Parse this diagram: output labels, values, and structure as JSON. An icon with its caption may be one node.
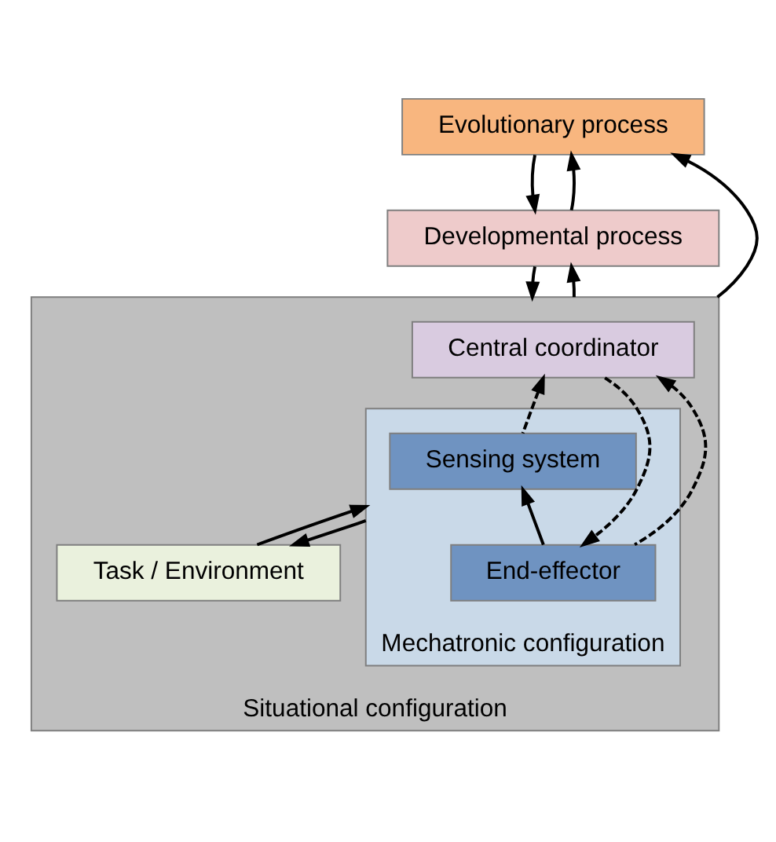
{
  "diagram": {
    "nodes": [
      {
        "text": [
          "Evolutionary process"
        ]
      },
      {
        "text": [
          "Developmental process"
        ]
      },
      {
        "text": [
          "Situational configuration"
        ]
      },
      {
        "text": [
          "Central coordinator"
        ],
        "in": 2
      },
      {
        "text": [
          "Mechatronic configuration"
        ],
        "in": 2
      },
      {
        "text": [
          "Sensing system"
        ],
        "in": 4
      },
      {
        "text": [
          "End-effector"
        ],
        "in": 4
      },
      {
        "text": [
          "Task / Environment"
        ],
        "in": 2
      }
    ],
    "edges": [
      {
        "from": 0,
        "to": 1,
        "arrow": "to"
      },
      {
        "from": 1,
        "to": 0,
        "arrow": "to"
      },
      {
        "from": 1,
        "to": 2,
        "arrow": "to"
      },
      {
        "from": 2,
        "to": 1,
        "arrow": "to"
      },
      {
        "from": 2,
        "to": 0,
        "arrow": "to"
      },
      {
        "from": 5,
        "to": 3,
        "arrow": "to",
        "style": "dashed"
      },
      {
        "from": 3,
        "to": 6,
        "arrow": "to",
        "style": "dashed"
      },
      {
        "from": 6,
        "to": 3,
        "arrow": "to",
        "style": "dashed"
      },
      {
        "from": 6,
        "to": 5,
        "arrow": "to"
      },
      {
        "from": 7,
        "to": 4,
        "arrow": "to"
      },
      {
        "from": 4,
        "to": 7,
        "arrow": "to"
      }
    ]
  }
}
